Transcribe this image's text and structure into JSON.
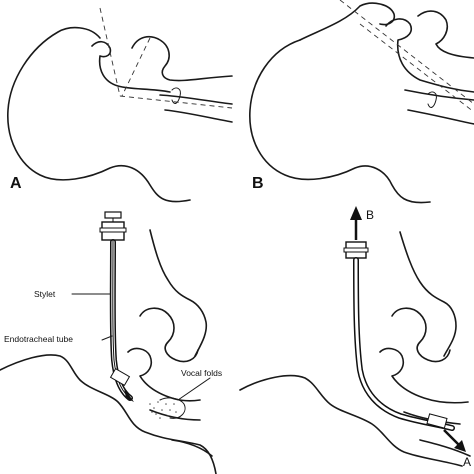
{
  "panels": {
    "a": {
      "letter": "A"
    },
    "b": {
      "letter": "B"
    },
    "c": {
      "labels": {
        "stylet": "Stylet",
        "endotracheal_tube": "Endotracheal tube",
        "vocal_folds": "Vocal folds"
      }
    },
    "d": {
      "arrow_up_label": "B",
      "arrow_down_label": "A"
    }
  },
  "colors": {
    "ink": "#1a1a1a",
    "background": "#ffffff"
  }
}
